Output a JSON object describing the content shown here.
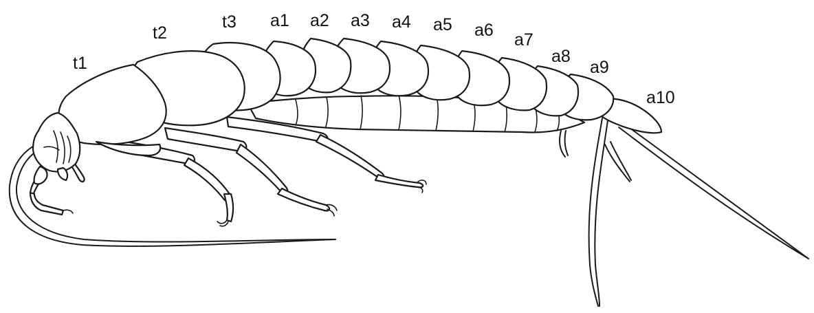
{
  "figure": {
    "labels": {
      "t1": "t1",
      "t2": "t2",
      "t3": "t3",
      "a1": "a1",
      "a2": "a2",
      "a3": "a3",
      "a4": "a4",
      "a5": "a5",
      "a6": "a6",
      "a7": "a7",
      "a8": "a8",
      "a9": "a9",
      "a10": "a10"
    },
    "line_color": "#1a1a1a",
    "background": "#ffffff"
  }
}
